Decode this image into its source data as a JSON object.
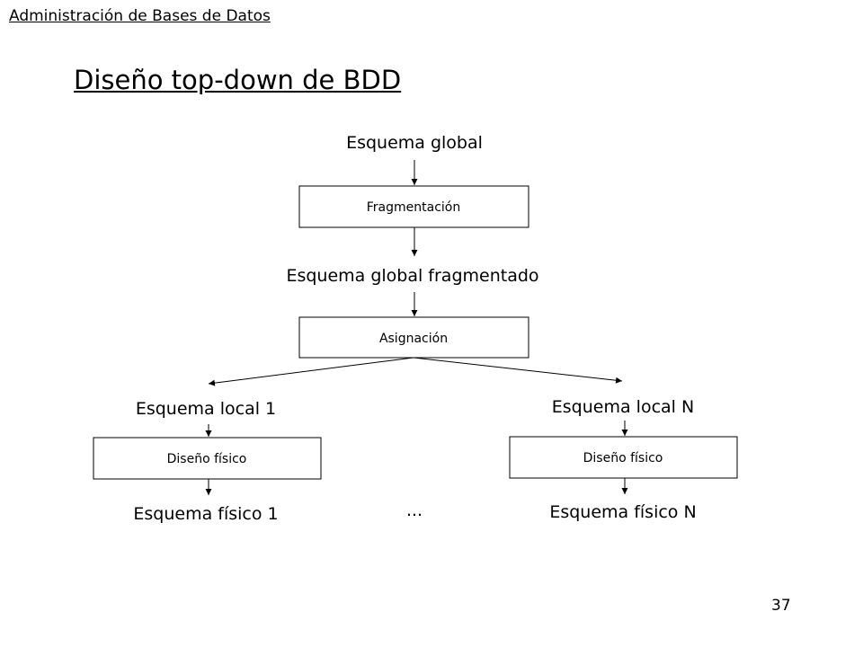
{
  "header": {
    "course": "Administración de Bases de Datos"
  },
  "slide": {
    "title": "Diseño top-down de BDD",
    "page_number": "37"
  },
  "diagram": {
    "nodes": {
      "global_schema": "Esquema global",
      "fragmentation": "Fragmentación",
      "fragmented_schema": "Esquema global fragmentado",
      "allocation": "Asignación",
      "local_schema_1": "Esquema local 1",
      "local_schema_n": "Esquema local N",
      "physical_design_1": "Diseño físico",
      "physical_design_n": "Diseño físico",
      "physical_schema_1": "Esquema físico 1",
      "physical_schema_n": "Esquema físico N",
      "ellipsis": "..."
    }
  }
}
